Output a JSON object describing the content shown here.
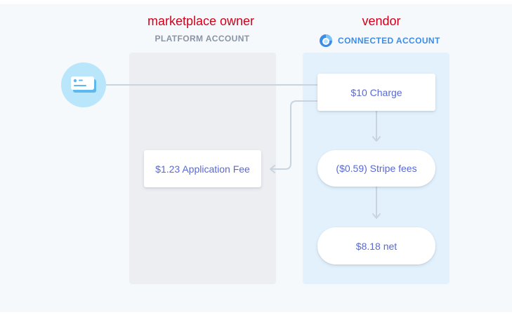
{
  "labels": {
    "owner_title": "marketplace owner",
    "vendor_title": "vendor",
    "platform_account": "PLATFORM ACCOUNT",
    "connected_account": "CONNECTED ACCOUNT"
  },
  "nodes": {
    "charge": "$10 Charge",
    "application_fee": "$1.23 Application Fee",
    "stripe_fees": "($0.59) Stripe fees",
    "net": "$8.18 net"
  },
  "icons": {
    "card": "credit-card-icon",
    "connected": "globe-icon"
  },
  "colors": {
    "title_red": "#d0021b",
    "node_text": "#5869d5",
    "platform_bg": "#eceef2",
    "connected_bg": "#e2f1fb",
    "connected_label": "#3d8ce8",
    "connector": "#c9d4e0"
  }
}
